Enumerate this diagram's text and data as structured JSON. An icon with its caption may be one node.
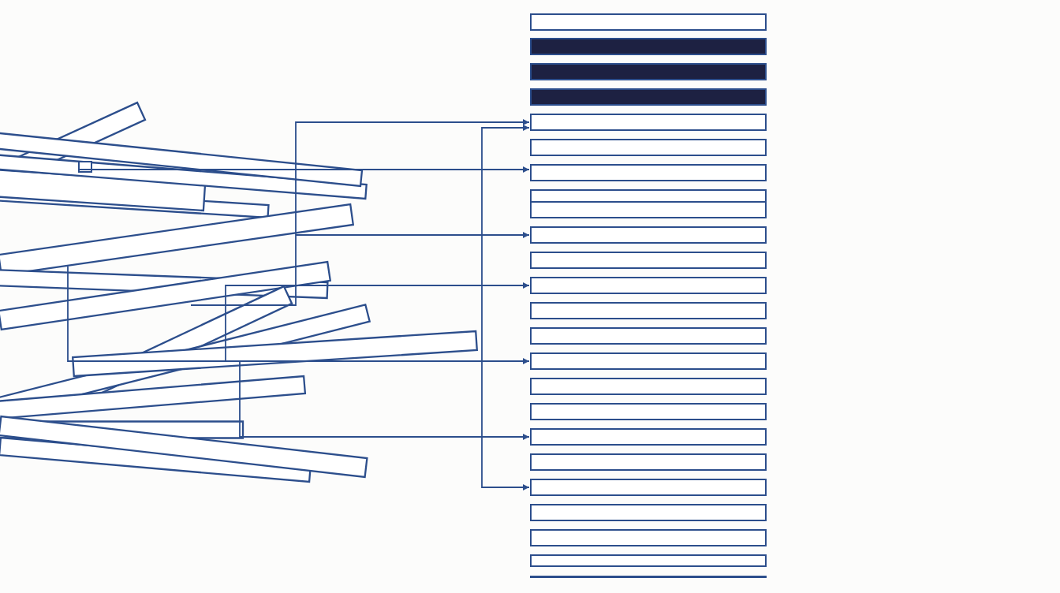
{
  "diagram": {
    "nodes": [
      {
        "text": [],
        "shape": "picture"
      },
      {
        "text": [],
        "shape": "bar"
      },
      {
        "text": [],
        "shape": "bar"
      },
      {
        "text": [],
        "shape": "bar"
      },
      {
        "text": [],
        "shape": "bar"
      },
      {
        "text": [],
        "shape": "bar"
      },
      {
        "text": [],
        "shape": "bar"
      },
      {
        "text": [],
        "shape": "bar"
      },
      {
        "text": [],
        "shape": "bar"
      },
      {
        "text": [],
        "shape": "bar"
      },
      {
        "text": [],
        "shape": "bar"
      },
      {
        "text": [],
        "shape": "bar"
      },
      {
        "text": [],
        "shape": "bar"
      },
      {
        "text": [],
        "shape": "bar"
      },
      {
        "text": [],
        "shape": "bar"
      },
      {
        "text": [],
        "shape": "bar"
      },
      {
        "text": [],
        "shape": "bar"
      },
      {
        "text": [],
        "shape": "bar"
      },
      {
        "text": [],
        "shape": "bar"
      },
      {
        "text": [],
        "shape": "bar"
      },
      {
        "text": [],
        "shape": "bar"
      },
      {
        "text": [],
        "shape": "bar"
      },
      {
        "text": [],
        "shape": "bar"
      }
    ],
    "edges": [
      {
        "from": 0,
        "to": 5,
        "arrow": "to"
      },
      {
        "from": 5,
        "to": 19,
        "arrow": "both"
      },
      {
        "from": 0,
        "to": 7,
        "arrow": "to"
      },
      {
        "from": 0,
        "to": 9,
        "arrow": "to"
      },
      {
        "from": 0,
        "to": 11,
        "arrow": "to"
      },
      {
        "from": 0,
        "to": 14,
        "arrow": "to"
      },
      {
        "from": 0,
        "to": 17,
        "arrow": "to"
      }
    ]
  }
}
